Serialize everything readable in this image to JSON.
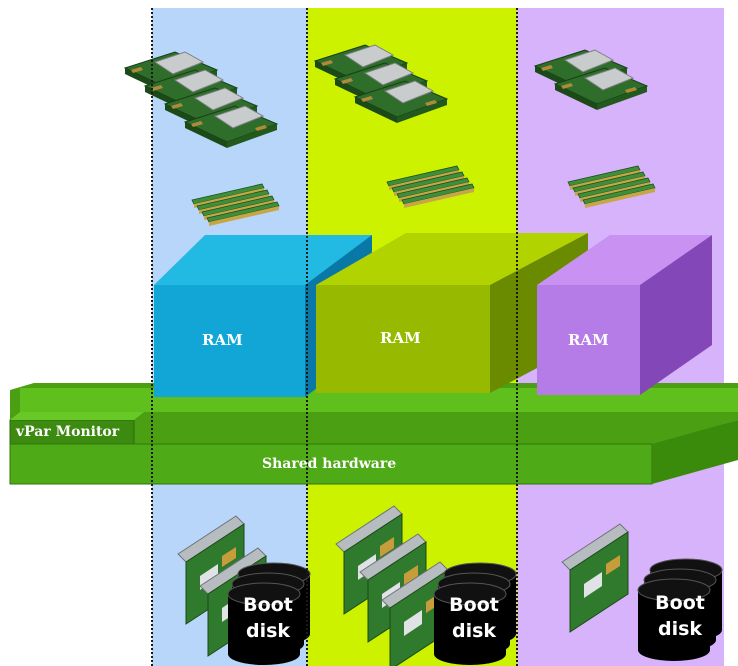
{
  "partitions": [
    {
      "ram_label": "RAM",
      "boot_label": [
        "Boot",
        "disk"
      ]
    },
    {
      "ram_label": "RAM",
      "boot_label": [
        "Boot",
        "disk"
      ]
    },
    {
      "ram_label": "RAM",
      "boot_label": [
        "Boot",
        "disk"
      ]
    }
  ],
  "monitor_label": "vPar Monitor",
  "shared_label": "Shared hardware",
  "colors": {
    "blue_column": "#b7d6fa",
    "green_column": "#ccf200",
    "purple_column": "#d6b3fb",
    "blue_ram": "#1cb6e4",
    "green_ram": "#97b900",
    "purple_ram": "#b97de9",
    "bar_green": "#54aa14"
  }
}
